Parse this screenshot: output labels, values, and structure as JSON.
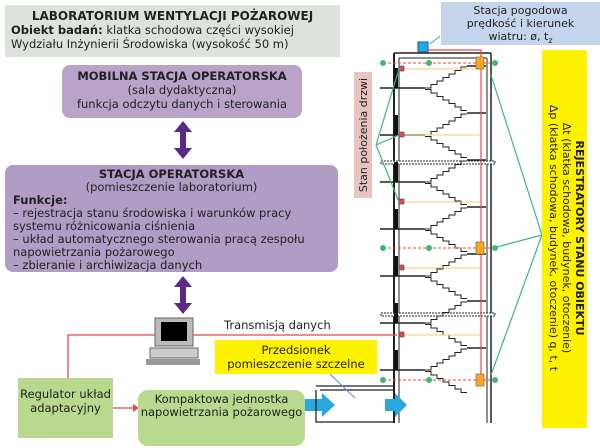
{
  "header": {
    "title": "LABORATORIUM WENTYLACJI POŻAROWEJ",
    "object_label": "Obiekt badań:",
    "object_text": " klatka schodowa części wysokiej Wydziału Inżynierii Środowiska (wysokość 50 m)"
  },
  "mobile_station": {
    "title": "MOBILNA STACJA OPERATORSKA",
    "subtitle": "(sala dydaktyczna)",
    "desc": "funkcja odczytu danych i sterowania"
  },
  "operator_station": {
    "title": "STACJA OPERATORSKA",
    "subtitle": "(pomieszczenie laboratorium)",
    "functions_label": "Funkcje:",
    "functions": [
      "– rejestracja stanu środowiska i warunków pracy systemu różnicowania ciśnienia",
      "– układ automatycznego sterowania pracą zespołu napowietrzania pożarowego",
      "– zbieranie i archiwizacja danych"
    ]
  },
  "transmission": "Transmisją danych",
  "regulator": "Regulator układ adaptacyjny",
  "compact_unit": "Kompaktowa jednostka napowietrzania pożarowego",
  "vestibule": {
    "line1": "Przedsionek",
    "line2": "pomieszczenie szczelne"
  },
  "weather_station": {
    "line1": "Stacja pogodowa",
    "line2": "prędkość i kierunek",
    "line3": "wiatru: ø, t",
    "sub": "z"
  },
  "door_state": "Stan położenia drzwi",
  "recorders": {
    "title": "REJESTRATORY STANU OBIEKTU",
    "line1": "Δt (klatka schodowa, budynek, otoczenie)",
    "line2": "Δp (klatka schodowa, budynek, otoczenie) q, t, t"
  },
  "colors": {
    "purple": "#5b2a86",
    "red": "#e8474a",
    "green": "#3cb878",
    "orange": "#f7a823",
    "blue": "#29a8e0",
    "yellow": "#fff200"
  }
}
